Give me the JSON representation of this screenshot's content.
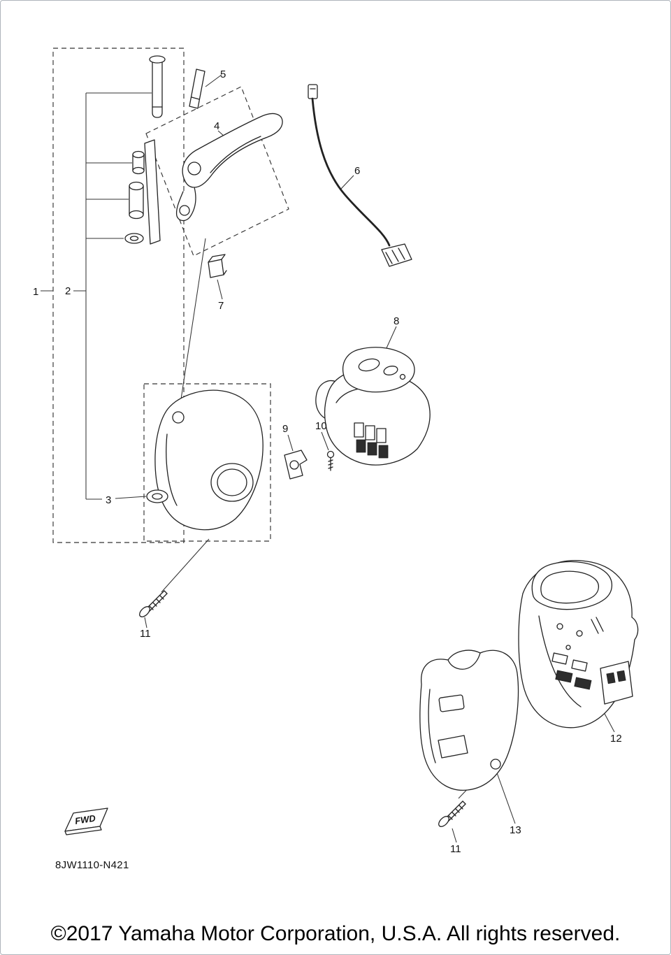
{
  "diagram": {
    "part_code": "8JW1110-N421",
    "fwd_label": "FWD",
    "callouts": [
      {
        "label": "1"
      },
      {
        "label": "2"
      },
      {
        "label": "3"
      },
      {
        "label": "4"
      },
      {
        "label": "5"
      },
      {
        "label": "6"
      },
      {
        "label": "7"
      },
      {
        "label": "8"
      },
      {
        "label": "9"
      },
      {
        "label": "10"
      },
      {
        "label": "11"
      },
      {
        "label": "12"
      },
      {
        "label": "13"
      },
      {
        "label": "11"
      }
    ]
  },
  "footer": {
    "copyright": "©2017 Yamaha Motor Corporation, U.S.A. All rights reserved."
  }
}
